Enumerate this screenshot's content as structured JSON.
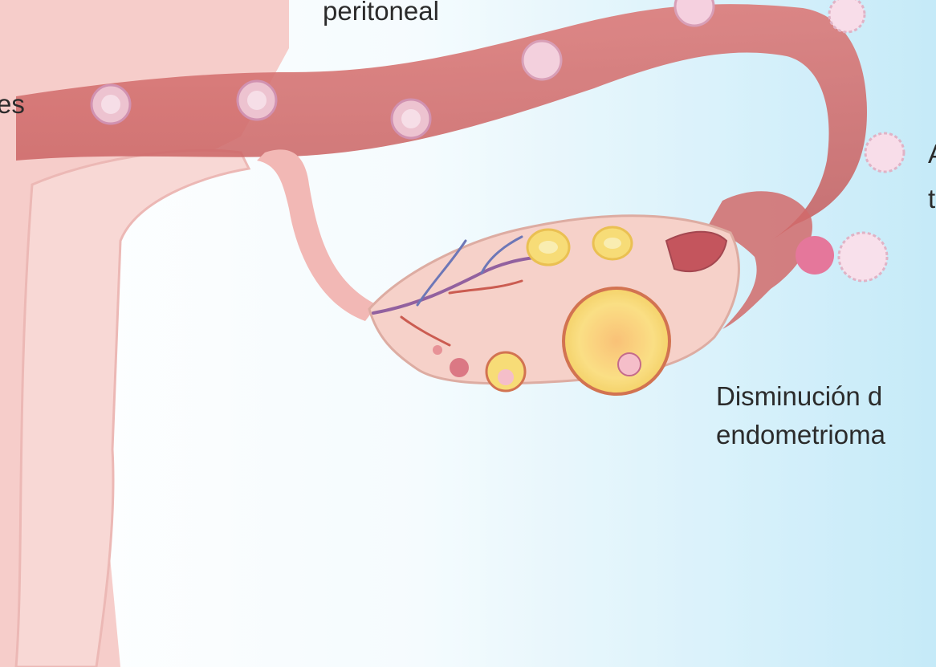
{
  "labels": {
    "peritoneal": "peritoneal",
    "left_fragment": "es",
    "right_fragment_1": "A",
    "right_fragment_2": "t",
    "disminucion_line1": "Disminución d",
    "disminucion_line2": "endometrioma"
  },
  "colors": {
    "bg_light_blue": "#bfe8f7",
    "tube_red": "#c84a4a",
    "uterus_pink": "#f6c8c4",
    "ovary_pink": "#f4c6bd",
    "follicle_yellow": "#f6d55a"
  }
}
